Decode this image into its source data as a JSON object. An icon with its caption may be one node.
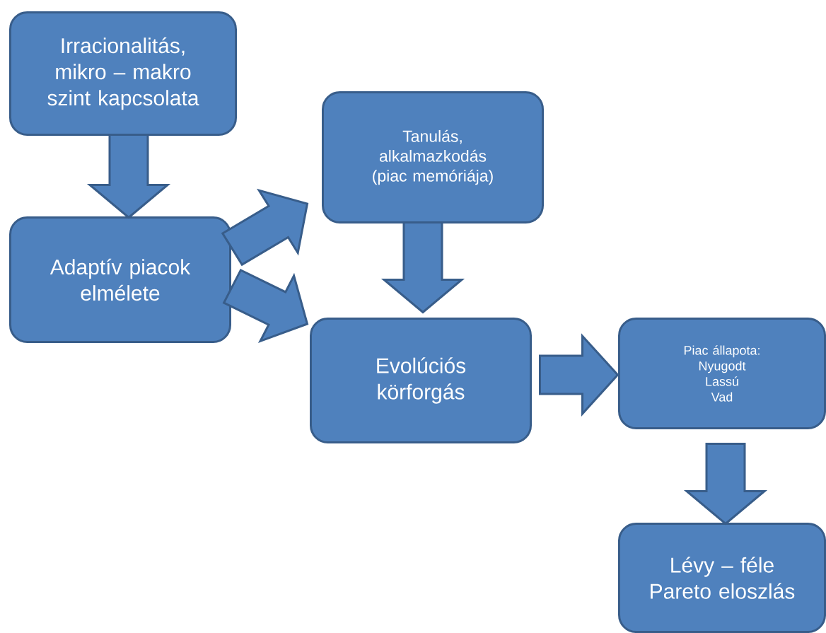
{
  "diagram": {
    "nodes": [
      {
        "text": [
          "Irracionalitás, mikro – makro szint kapcsolata"
        ]
      },
      {
        "text": [
          "Adaptív piacok elmélete"
        ]
      },
      {
        "text": [
          "Tanulás, alkalmazkodás (piac memóriája)"
        ]
      },
      {
        "text": [
          "Evolúciós körforgás"
        ]
      },
      {
        "text": [
          "Piac állapota:",
          "Nyugodt",
          "Lassú",
          "Vad"
        ]
      },
      {
        "text": [
          "Lévy – féle Pareto eloszlás"
        ]
      }
    ],
    "edges": [
      {
        "from": 0,
        "to": 1,
        "arrow": "to"
      },
      {
        "from": 1,
        "to": 2,
        "arrow": "to"
      },
      {
        "from": 1,
        "to": 3,
        "arrow": "to"
      },
      {
        "from": 2,
        "to": 3,
        "arrow": "to"
      },
      {
        "from": 3,
        "to": 4,
        "arrow": "to"
      },
      {
        "from": 4,
        "to": 5,
        "arrow": "to"
      }
    ]
  }
}
